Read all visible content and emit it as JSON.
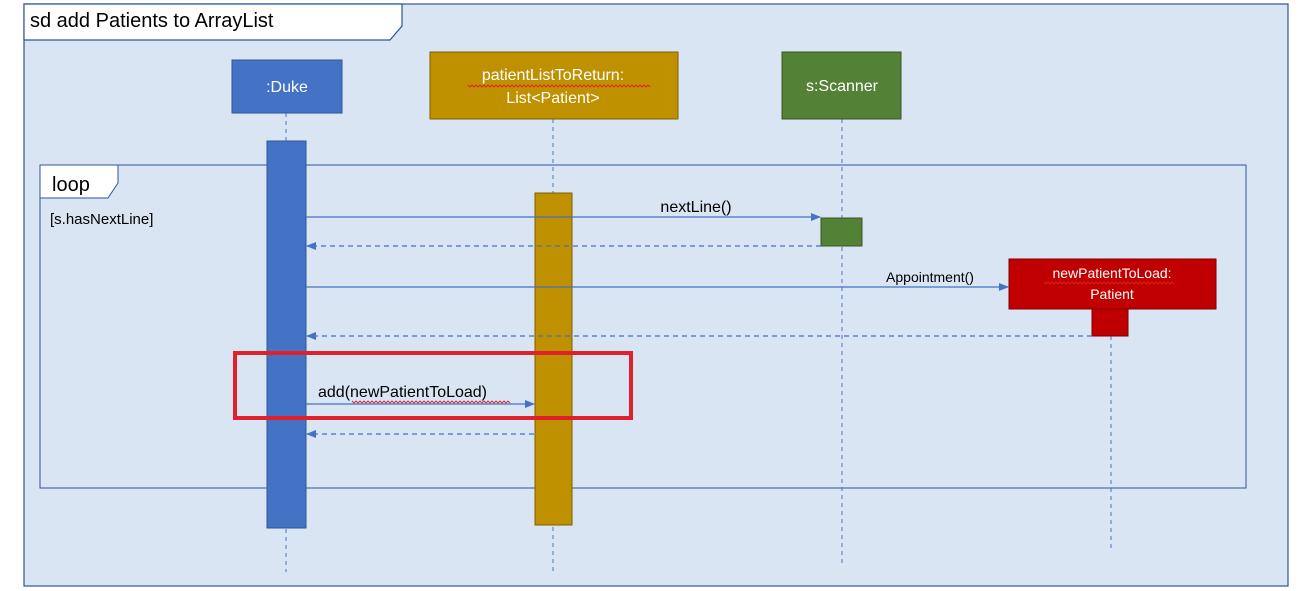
{
  "diagram": {
    "frame_title": "sd add Patients to ArrayList",
    "lifelines": {
      "duke": {
        "label": ":Duke",
        "color": "#4472c4"
      },
      "patient_list": {
        "label_line1": "patientListToReturn:",
        "label_line2": "List<Patient>",
        "color": "#bf9000"
      },
      "scanner": {
        "label": "s:Scanner",
        "color": "#538135"
      },
      "new_patient": {
        "label_line1": "newPatientToLoad:",
        "label_line2": "Patient",
        "color": "#c00000"
      }
    },
    "loop": {
      "keyword": "loop",
      "guard": "[s.hasNextLine]"
    },
    "messages": {
      "next_line": "nextLine()",
      "appointment": "Appointment()",
      "add": "add(newPatientToLoad)"
    },
    "colors": {
      "background": "#dae5f3",
      "frame_border": "#2f5597",
      "message_line": "#4472c4",
      "highlight": "#e0202a"
    }
  }
}
